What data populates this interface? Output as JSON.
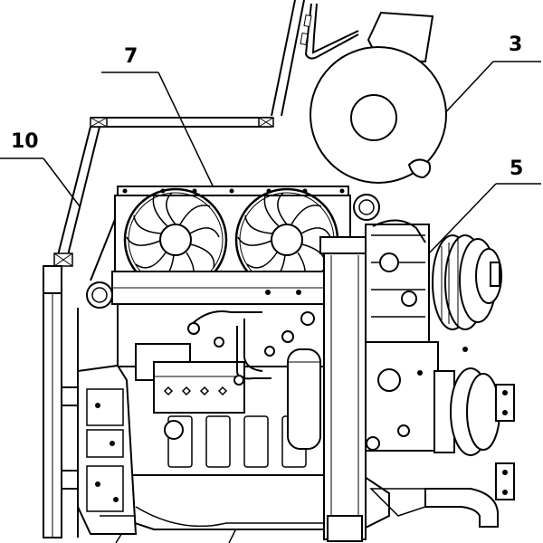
{
  "diagram": {
    "callouts": [
      {
        "id": "3",
        "text": "3"
      },
      {
        "id": "5",
        "text": "5"
      },
      {
        "id": "7",
        "text": "7"
      },
      {
        "id": "10",
        "text": "10"
      }
    ],
    "colors": {
      "ink": "#000000",
      "paper": "#ffffff"
    }
  }
}
